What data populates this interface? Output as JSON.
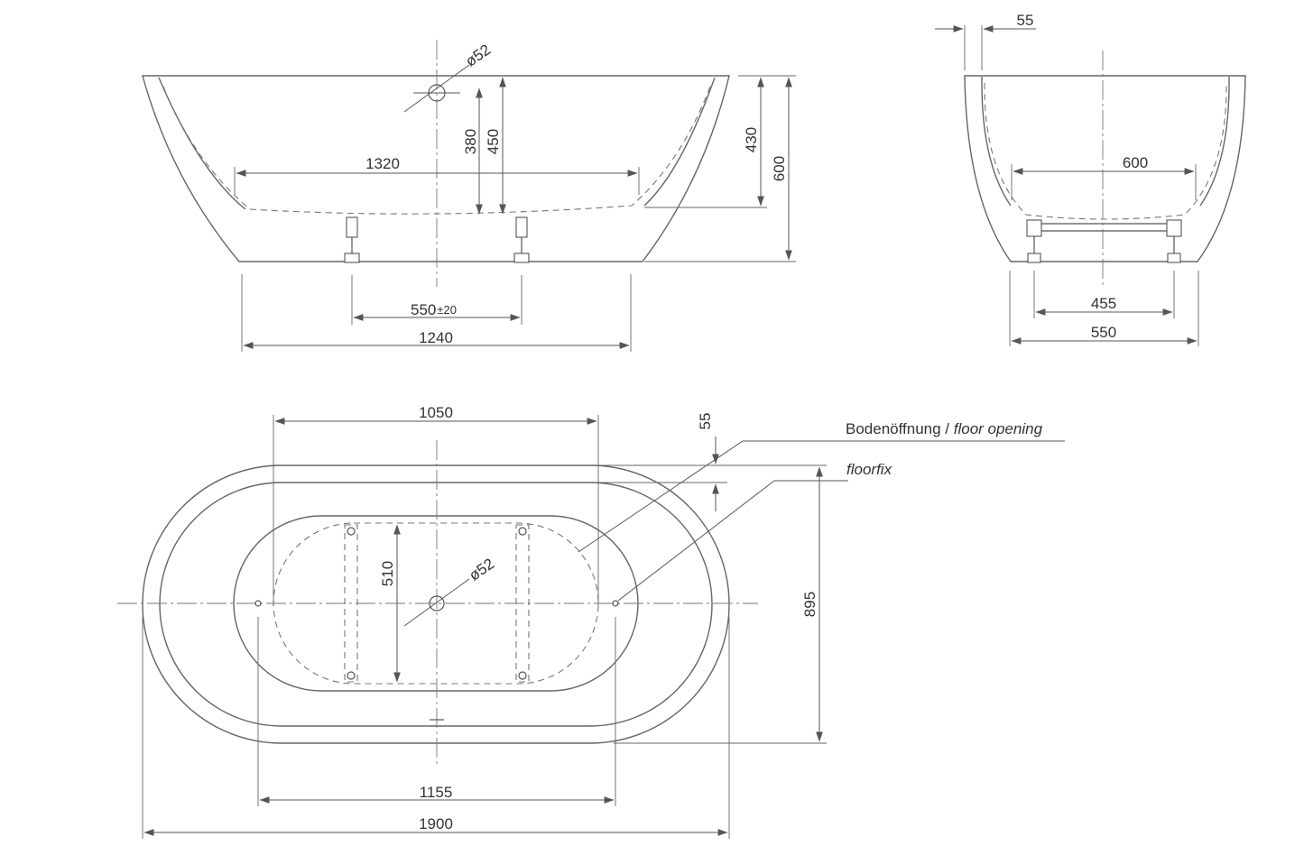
{
  "side_view": {
    "drain_diameter": "ø52",
    "inner_length": "1320",
    "drain_height_1": "380",
    "drain_height_2": "450",
    "inner_depth": "430",
    "total_height": "600",
    "foot_spacing": "550",
    "foot_spacing_tolerance": "±20",
    "base_length": "1240"
  },
  "end_view": {
    "rim_width": "55",
    "inner_width": "600",
    "foot_spacing": "455",
    "base_width": "550"
  },
  "plan_view": {
    "floor_opening_length": "1050",
    "rim_offset": "55",
    "floor_opening_label_de": "Bodenöffnung / ",
    "floor_opening_label_en": "floor opening",
    "floorfix_label": "floorfix",
    "floor_opening_width": "510",
    "drain_diameter": "ø52",
    "total_width": "895",
    "floorfix_spacing": "1155",
    "total_length": "1900"
  }
}
